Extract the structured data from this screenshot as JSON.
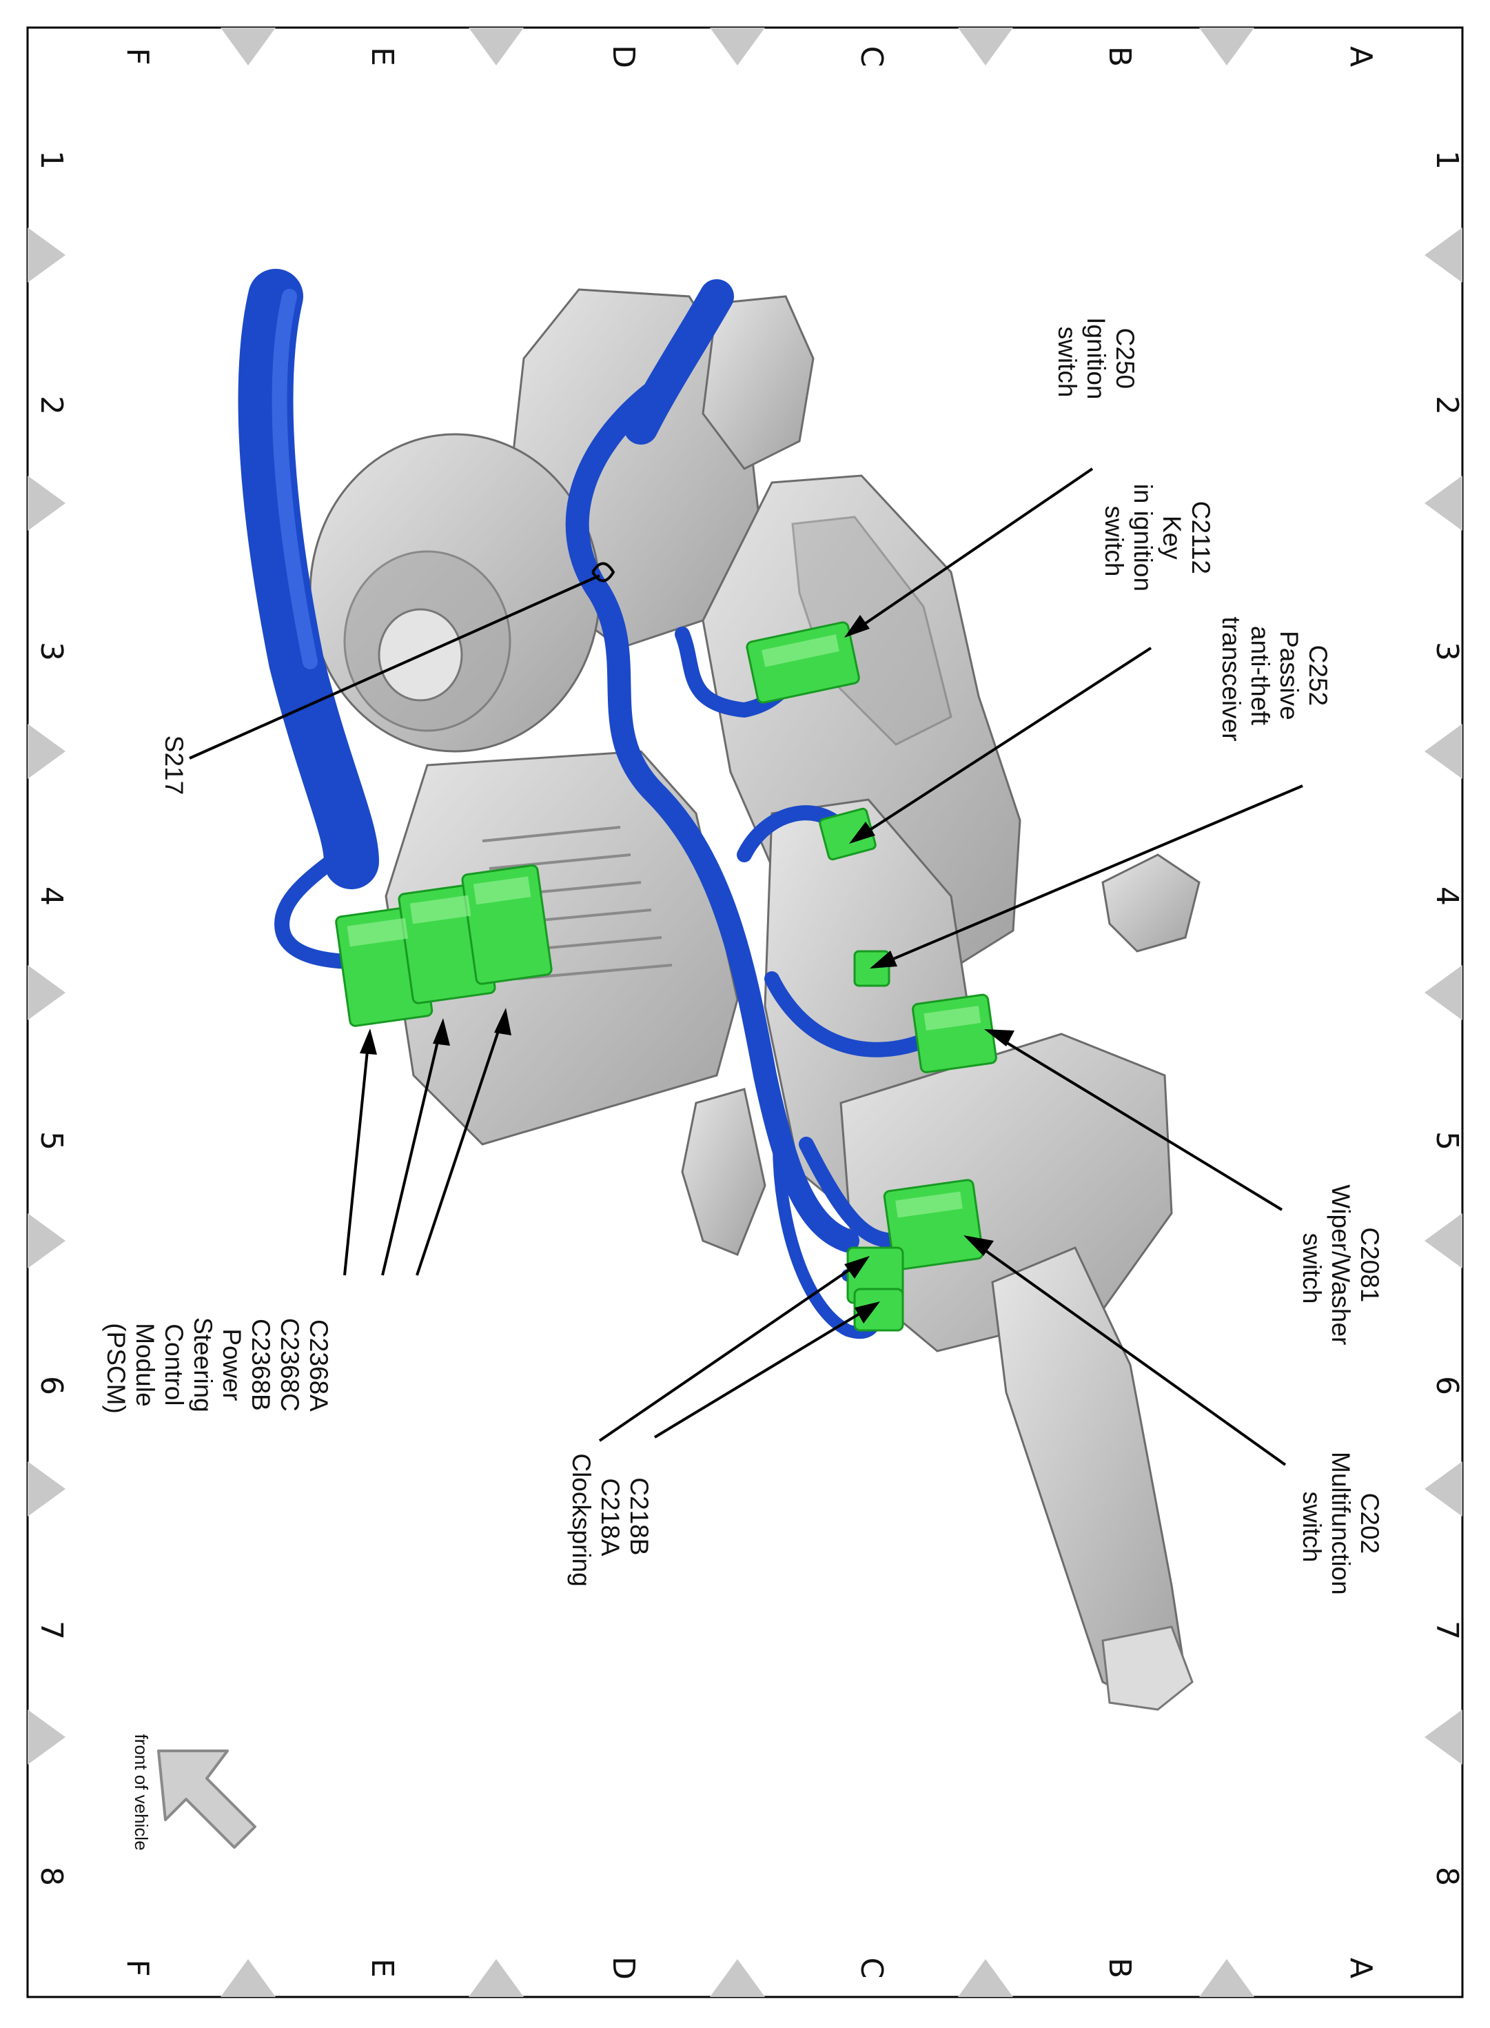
{
  "grid": {
    "rows": [
      "A",
      "B",
      "C",
      "D",
      "E",
      "F"
    ],
    "columns": [
      "1",
      "2",
      "3",
      "4",
      "5",
      "6",
      "7",
      "8"
    ]
  },
  "labels": {
    "c250": [
      "C250",
      "Ignition",
      "switch"
    ],
    "c2112": [
      "C2112",
      "Key",
      "in ignition",
      "switch"
    ],
    "c252": [
      "C252",
      "Passive",
      "anti-theft",
      "transceiver"
    ],
    "c2081": [
      "C2081",
      "Wiper/Washer",
      "switch"
    ],
    "c202": [
      "C202",
      "Multifunction",
      "switch"
    ],
    "c218": [
      "C218B",
      "C218A",
      "Clockspring"
    ],
    "c2368": [
      "C2368A",
      "C2368C",
      "C2368B",
      "Power",
      "Steering",
      "Control",
      "Module",
      "(PSCM)"
    ],
    "s217": [
      "S217"
    ]
  },
  "front_indicator": "front of vehicle",
  "colors": {
    "harness": "#1b49c9",
    "connector": "#3fd84a",
    "component": "#c9c9c9",
    "grid_marker": "#c8c8c8"
  }
}
